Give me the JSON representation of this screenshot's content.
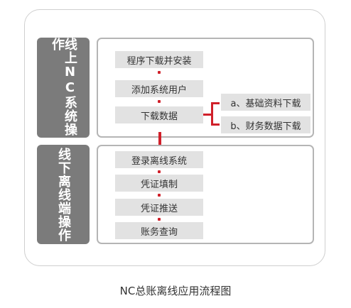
{
  "sections": [
    {
      "label": "线上NC系统操作"
    },
    {
      "label": "线下离线端操作"
    }
  ],
  "online_steps": [
    "程序下载并安装",
    "添加系统用户",
    "下载数据"
  ],
  "download_branches": [
    "a、基础资料下载",
    "b、财务数据下载"
  ],
  "offline_steps": [
    "登录离线系统",
    "凭证填制",
    "凭证推送",
    "账务查询"
  ],
  "caption": "NC总账离线应用流程图",
  "colors": {
    "accent": "#d0202a",
    "side": "#7b7b7b",
    "box": "#e2e2e2",
    "border": "#b5b5b5"
  }
}
